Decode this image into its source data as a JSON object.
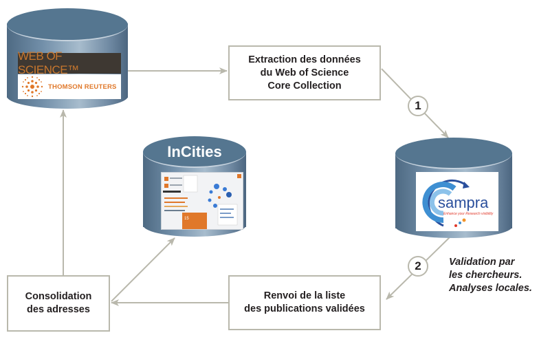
{
  "diagram": {
    "databases": {
      "web_of_science": {
        "band_text": "WEB OF SCIENCE™",
        "publisher_text": "THOMSON REUTERS"
      },
      "incities": {
        "title": "InCities",
        "screen_badge": "15"
      },
      "sampra": {
        "logo_text": "sampra",
        "tagline": "Enhance your Research visibility"
      }
    },
    "boxes": {
      "extraction": {
        "lines": [
          "Extraction des données",
          "du Web of Science",
          "Core Collection"
        ]
      },
      "renvoi": {
        "lines": [
          "Renvoi de la liste",
          "des publications validées"
        ]
      },
      "consolidation": {
        "lines": [
          "Consolidation",
          "des adresses"
        ]
      }
    },
    "steps": [
      {
        "number": "1"
      },
      {
        "number": "2"
      }
    ],
    "note": {
      "lines": [
        "Validation par",
        "les chercheurs.",
        "Analyses locales."
      ]
    },
    "colors": {
      "connector": "#b9b8ac",
      "cylinder_top": "#557690",
      "brand_orange": "#e0782a",
      "sampra_blue": "#2f7fc1"
    }
  }
}
